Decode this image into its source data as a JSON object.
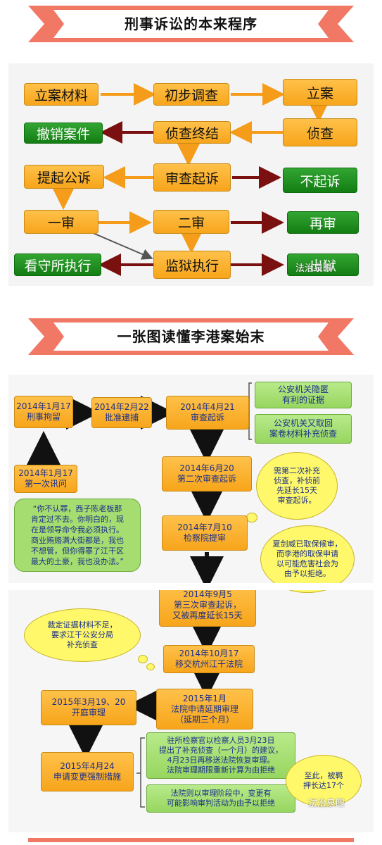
{
  "sections": [
    {
      "title": "刑事诉讼的本来程序"
    },
    {
      "title": "一张图读懂李港案始末"
    }
  ],
  "procedure": {
    "nodes": {
      "li_an_cailiao": "立案材料",
      "chubu_diaocha": "初步调查",
      "li_an": "立案",
      "chexiao_anjian": "撤销案件",
      "zhencha_zhongjie": "侦查终结",
      "zhencha": "侦查",
      "tiqi_gongsu": "提起公诉",
      "shencha_qisu": "审查起诉",
      "bu_qisu": "不起诉",
      "yishen": "一审",
      "ershen": "二审",
      "zaishen": "再审",
      "kanshousuo_zhixing": "看守所执行",
      "jianyu_zhixing": "监狱执行",
      "hidden_end": "出狱"
    },
    "watermark": "法治泉眼"
  },
  "case": {
    "nodes": {
      "xingshi_juliu": "2014年1月17\n刑事拘留",
      "pizhun_daibu": "2014年2月22\n批准逮捕",
      "shencha_qisu": "2014年4月21\n审查起诉",
      "diyici_xunwen": "2014年1月17\n第一次讯问",
      "dierci_shencha": "2014年6月20\n第二次审查起诉",
      "jianchayuan_tishen": "2014年7月10\n检察院提审",
      "disanci_shencha": "2014年9月5\n第三次审查起诉，\n又被再度延长15天",
      "yijiao_fayuan": "2014年10月17\n移交杭州江干法院",
      "fayuan_yanqi": "2015年1月\n法院申请延期审理\n（延期三个月）",
      "kaiting_shenli": "2015年3月19、20\n开庭审理",
      "biangeng_cuoshi": "2015年4月24\n申请变更强制措施"
    },
    "notes": {
      "gongan_yinni": "公安机关隐匿\n有利的证据",
      "gongan_youqu": "公安机关又取回\n案卷材料补充侦查",
      "zhusuo_jianchaguan": "驻所检察官以检察人员3月23日\n提出了补充侦查（一个月）的建议，\n4月23日再移送法院恢复审理。\n法院审理期限重新计算为由拒绝",
      "fayuan_shenli": "法院则以审理阶段中，变更有\n可能影响审判活动为由予以拒绝"
    },
    "clouds": {
      "erci_buchong": "需第二次补充\n侦查，补侦前\n先延长15天\n审查起诉。",
      "xia_jianwei": "夏剑威已取保候审，\n而李港的取保申请\n以可能危害社会为\n由予以拒绝。",
      "caiding_zhengju": "裁定证据材料不足，\n要求江干公安分局\n补充侦查",
      "zhici": "至此，被羁\n押长达17个"
    },
    "quote": "“你不认罪，西子陈老板那\n肯定过不去。你明白的，现\n在是领导命令我必须执行。\n商业贿赂满大街都是，我也\n不想管，但你得罪了江干区\n最大的土豪，我也没办法。”",
    "watermark": "法治泉眼"
  },
  "colors": {
    "banner_red": "#f27866",
    "orange_box": "#f7a51b",
    "green_box": "#137d13",
    "light_green": "#a5dd70",
    "cloud_yellow": "#fff86a",
    "arrow_darkred": "#7a1010",
    "arrow_orange": "#f59c1a"
  }
}
